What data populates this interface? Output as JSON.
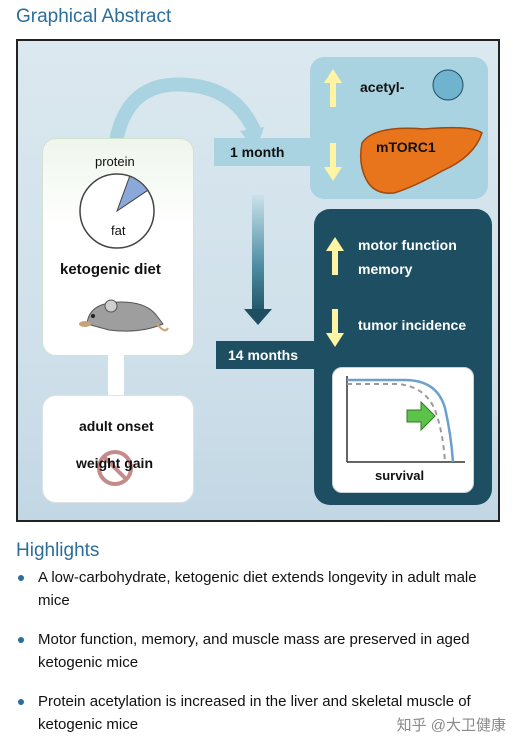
{
  "header": {
    "title": "Graphical Abstract"
  },
  "diet": {
    "protein_label": "protein",
    "fat_label": "fat",
    "name": "ketogenic diet",
    "onset_label": "adult onset",
    "weight_label": "weight gain"
  },
  "timeline": {
    "short_label": "1 month",
    "long_label": "14 months"
  },
  "short_term": {
    "up_label": "acetyl-",
    "down_label": "mTORC1"
  },
  "long_term": {
    "up_line1": "motor function",
    "up_line2": "memory",
    "down_label": "tumor incidence",
    "chart_label": "survival"
  },
  "colors": {
    "title_blue": "#2b6e9c",
    "light_teal": "#a9d3e1",
    "dark_teal": "#1d4e62",
    "arrow_yellow": "#fff4a3",
    "liver_orange": "#e8751c",
    "pie_fat": "#ffffff",
    "pie_protein": "#8aa9d8"
  },
  "pie": {
    "protein_fraction": 0.1
  },
  "highlights": {
    "heading": "Highlights",
    "items": [
      "A low-carbohydrate, ketogenic diet extends longevity in adult male mice",
      "Motor function, memory, and muscle mass are preserved in aged ketogenic mice",
      "Protein acetylation is increased in the liver and skeletal muscle of ketogenic mice"
    ]
  },
  "watermark": {
    "text": "知乎 @大卫健康"
  }
}
